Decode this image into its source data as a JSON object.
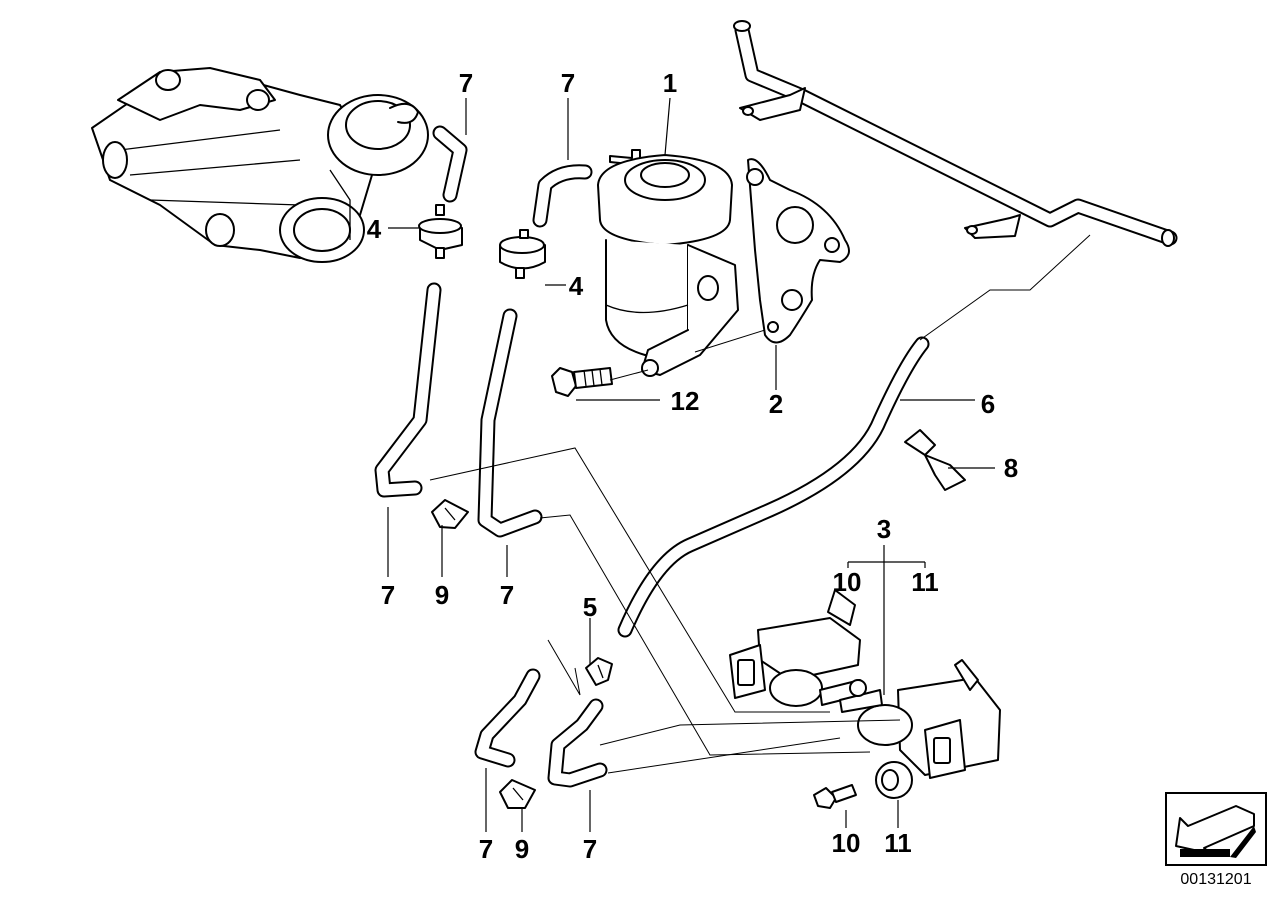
{
  "callouts": {
    "c1": "1",
    "c2": "2",
    "c3": "3",
    "c4a": "4",
    "c4b": "4",
    "c5": "5",
    "c6": "6",
    "c7a": "7",
    "c7b": "7",
    "c7c": "7",
    "c7d": "7",
    "c7e": "7",
    "c7f": "7",
    "c8": "8",
    "c9a": "9",
    "c9b": "9",
    "c10a": "10",
    "c11a": "11",
    "c10b": "10",
    "c11b": "11",
    "c12": "12"
  },
  "reference_number": "00131201",
  "icons": {
    "view_arrow": "arrow-pointer-icon"
  }
}
